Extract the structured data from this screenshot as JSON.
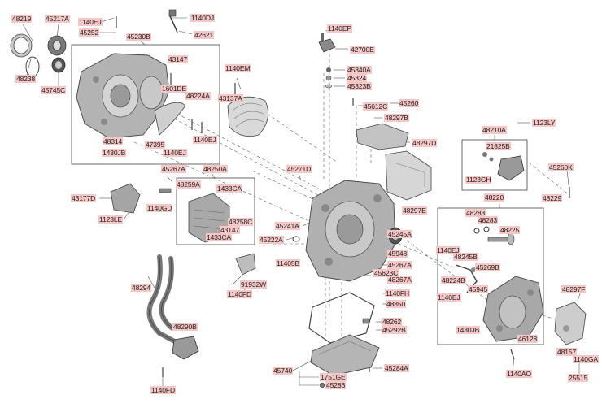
{
  "parts": {
    "p48219": "48219",
    "p45217A": "45217A",
    "p1140EJ_a": "1140EJ",
    "p45252": "45252",
    "p45230B": "45230B",
    "p1140DJ": "1140DJ",
    "p42621": "42621",
    "p1140EP": "1140EP",
    "p42700E": "42700E",
    "p48238": "48238",
    "p45745C": "45745C",
    "p43147_a": "43147",
    "p1140EM": "1140EM",
    "p45840A": "45840A",
    "p45324": "45324",
    "p45323B": "45323B",
    "p1601DE": "1601DE",
    "p48224A": "48224A",
    "p43137A": "43137A",
    "p45260": "45260",
    "p45612C": "45612C",
    "p48297B": "48297B",
    "p1123LY": "1123LY",
    "p48210A": "48210A",
    "p48297D": "48297D",
    "p48314": "48314",
    "p47395": "47395",
    "p1140EJ_b": "1140EJ",
    "p1430JB_a": "1430JB",
    "p1140EJ_c": "1140EJ",
    "p21825B": "21825B",
    "p1123GH": "1123GH",
    "p45267A_a": "45267A",
    "p48250A": "48250A",
    "p45271D": "45271D",
    "p48259A": "48259A",
    "p1433CA_a": "1433CA",
    "p43177D": "43177D",
    "p1140GD": "1140GD",
    "p48297E": "48297E",
    "p45260K": "45260K",
    "p48229": "48229",
    "p48220": "48220",
    "p48283_a": "48283",
    "p48283_b": "48283",
    "p48225": "48225",
    "p1123LE": "1123LE",
    "p48258C": "48258C",
    "p43147_b": "43147",
    "p1433CA_b": "1433CA",
    "p45241A": "45241A",
    "p45245A": "45245A",
    "p45222A": "45222A",
    "p45948": "45948",
    "p1140EJ_d": "1140EJ",
    "p48245B": "48245B",
    "p11405B": "11405B",
    "p45267A_b": "45267A",
    "p45269B": "45269B",
    "p45623C": "45623C",
    "p48267A": "48267A",
    "p48294": "48294",
    "p91932W": "91932W",
    "p1140FD_a": "1140FD",
    "p1140FH": "1140FH",
    "p48224B": "48224B",
    "p45945": "45945",
    "p48297F": "48297F",
    "p1140EJ_e": "1140EJ",
    "p48850": "48850",
    "p48290B": "48290B",
    "p48262": "48262",
    "p45292B": "45292B",
    "p1430JB_b": "1430JB",
    "p46128": "46128",
    "p48157": "48157",
    "p1140GA": "1140GA",
    "p45740": "45740",
    "p45284A": "45284A",
    "p1140AO": "1140AO",
    "p25515": "25515",
    "p1751GE": "1751GE",
    "p45286": "45286",
    "p1140FD_b": "1140FD"
  }
}
